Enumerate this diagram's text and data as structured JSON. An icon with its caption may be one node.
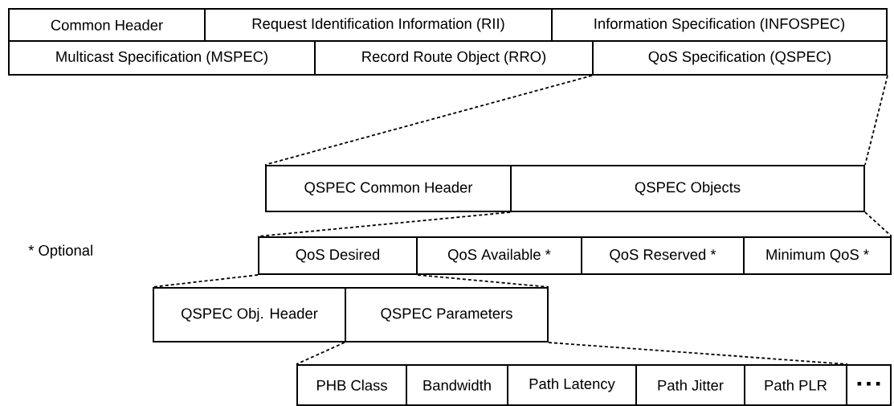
{
  "diagram": {
    "nodes": [
      {
        "text": [
          "Common Header"
        ]
      },
      {
        "text": [
          "Request Identification Information (RII)"
        ]
      },
      {
        "text": [
          "Information Specification (INFOSPEC)"
        ]
      },
      {
        "text": [
          "Multicast Specification (MSPEC)"
        ]
      },
      {
        "text": [
          "Record Route Object (RRO)"
        ]
      },
      {
        "text": [
          "QoS Specification (QSPEC)"
        ]
      },
      {
        "text": [
          "QSPEC Common Header"
        ]
      },
      {
        "text": [
          "QSPEC Objects"
        ]
      },
      {
        "text": [
          "QoS Desired"
        ]
      },
      {
        "text": [
          "QoS Available *"
        ]
      },
      {
        "text": [
          "QoS Reserved *"
        ]
      },
      {
        "text": [
          "Minimum QoS *"
        ]
      },
      {
        "text": [
          "QSPEC Obj. Header"
        ]
      },
      {
        "text": [
          "QSPEC Parameters"
        ]
      },
      {
        "text": [
          "PHB Class"
        ]
      },
      {
        "text": [
          "Bandwidth"
        ]
      },
      {
        "text": [
          "Path Latency"
        ]
      },
      {
        "text": [
          "Path Jitter"
        ]
      },
      {
        "text": [
          "Path PLR"
        ]
      },
      {
        "text": [
          "▪ ▪ ▪"
        ]
      }
    ],
    "edges": [
      {
        "from": 5,
        "to": 6,
        "arrow": "none",
        "style": "dashed"
      },
      {
        "from": 5,
        "to": 7,
        "arrow": "none",
        "style": "dashed"
      },
      {
        "from": 7,
        "to": 8,
        "arrow": "none",
        "style": "dashed"
      },
      {
        "from": 7,
        "to": 11,
        "arrow": "none",
        "style": "dashed"
      },
      {
        "from": 8,
        "to": 12,
        "arrow": "none",
        "style": "dashed"
      },
      {
        "from": 8,
        "to": 13,
        "arrow": "none",
        "style": "dashed"
      },
      {
        "from": 13,
        "to": 14,
        "arrow": "none",
        "style": "dashed"
      },
      {
        "from": 13,
        "to": 18,
        "arrow": "none",
        "style": "dashed"
      }
    ],
    "labels": [
      "* Optional"
    ]
  }
}
